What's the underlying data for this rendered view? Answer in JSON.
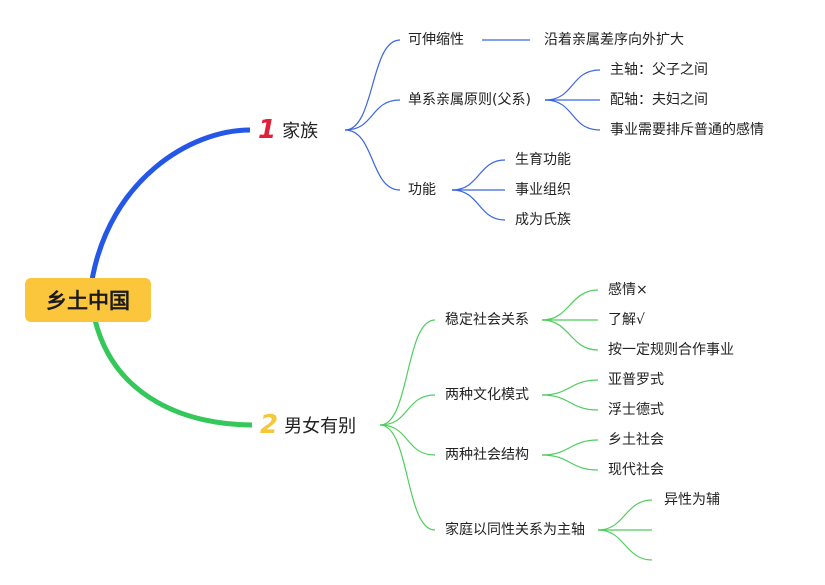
{
  "colors": {
    "root_bg": "#fcc63c",
    "family_branch": "#2457e8",
    "gender_branch": "#34c759",
    "family_lines": "#3a67e0",
    "gender_lines": "#4fce5e",
    "badge_1": "#e0203a",
    "badge_2": "#f5c83a"
  },
  "root": {
    "label": "乡土中国"
  },
  "branches": [
    {
      "number": "1",
      "label": "家族",
      "children": [
        {
          "label": "可伸缩性",
          "children": [
            {
              "label": "沿着亲属差序向外扩大"
            }
          ]
        },
        {
          "label": "单系亲属原则(父系)",
          "children": [
            {
              "label": "主轴：父子之间"
            },
            {
              "label": "配轴：夫妇之间"
            },
            {
              "label": "事业需要排斥普通的感情"
            }
          ]
        },
        {
          "label": "功能",
          "children": [
            {
              "label": "生育功能"
            },
            {
              "label": "事业组织"
            },
            {
              "label": "成为氏族"
            }
          ]
        }
      ]
    },
    {
      "number": "2",
      "label": "男女有别",
      "children": [
        {
          "label": "稳定社会关系",
          "children": [
            {
              "label": "感情×"
            },
            {
              "label": "了解√"
            },
            {
              "label": "按一定规则合作事业"
            }
          ]
        },
        {
          "label": "两种文化模式",
          "children": [
            {
              "label": "亚普罗式"
            },
            {
              "label": "浮士德式"
            }
          ]
        },
        {
          "label": "两种社会结构",
          "children": [
            {
              "label": "乡土社会"
            },
            {
              "label": "现代社会"
            }
          ]
        },
        {
          "label": "家庭以同性关系为主轴",
          "children": [
            {
              "label": "异性为辅"
            },
            {
              "label": ""
            },
            {
              "label": ""
            }
          ]
        }
      ]
    }
  ]
}
